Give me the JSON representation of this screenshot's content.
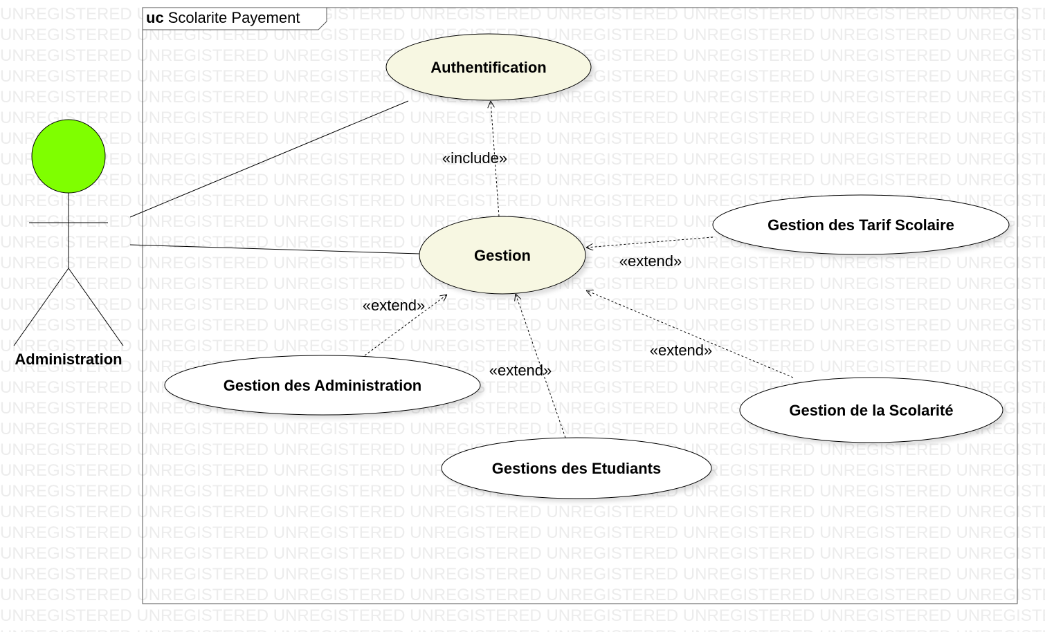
{
  "watermark": {
    "text": "UNREGISTERED"
  },
  "frame": {
    "keyword": "uc",
    "name": "Scolarite Payement"
  },
  "actor": {
    "name": "Administration",
    "head_color": "#7fff00"
  },
  "colors": {
    "primary_usecase_fill": "#f7f7e2",
    "secondary_usecase_fill": "#ffffff",
    "line": "#000000"
  },
  "use_cases": {
    "auth": "Authentification",
    "gestion": "Gestion",
    "tarif": "Gestion des Tarif Scolaire",
    "admin": "Gestion des Administration",
    "etudiants": "Gestions des Etudiants",
    "scolarite": "Gestion de la Scolarité"
  },
  "relations": {
    "include": "«include»",
    "extend_tarif": "«extend»",
    "extend_admin": "«extend»",
    "extend_etudiants": "«extend»",
    "extend_scolarite": "«extend»"
  }
}
